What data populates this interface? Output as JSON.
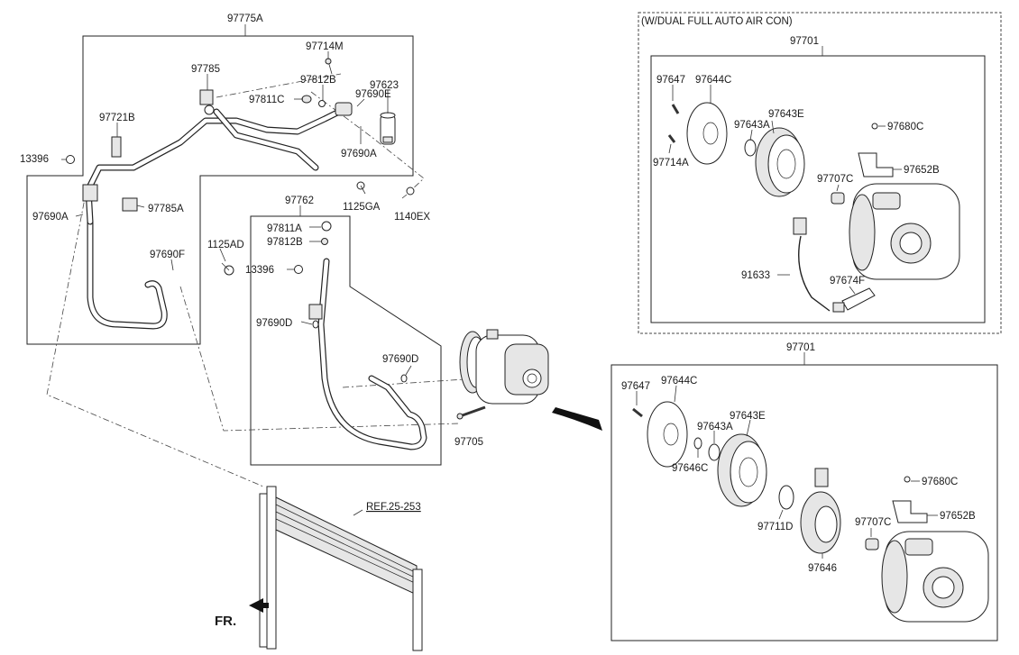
{
  "diagram": {
    "variant_label": "(W/DUAL FULL AUTO AIR CON)",
    "reference_label": "REF.25-253",
    "front_label": "FR.",
    "callouts": {
      "a_97775A": "97775A",
      "a_97714M": "97714M",
      "a_97785": "97785",
      "a_97812B": "97812B",
      "a_97623": "97623",
      "a_97811C": "97811C",
      "a_97690E": "97690E",
      "a_97721B": "97721B",
      "a_97690A_top": "97690A",
      "a_13396_top": "13396",
      "a_1125GA": "1125GA",
      "a_1140EX": "1140EX",
      "a_97785A": "97785A",
      "a_97690A_left": "97690A",
      "a_1125AD": "1125AD",
      "a_97690F": "97690F",
      "b_97762": "97762",
      "b_97811A": "97811A",
      "b_97812B": "97812B",
      "b_13396": "13396",
      "b_97690D_top": "97690D",
      "b_97690D_right": "97690D",
      "b_97705": "97705",
      "c_97701": "97701",
      "c_97647": "97647",
      "c_97644C": "97644C",
      "c_97643E": "97643E",
      "c_97643A": "97643A",
      "c_97680C": "97680C",
      "c_97714A": "97714A",
      "c_97652B": "97652B",
      "c_97707C": "97707C",
      "c_91633": "91633",
      "c_97674F": "97674F",
      "d_97701": "97701",
      "d_97647": "97647",
      "d_97644C": "97644C",
      "d_97643E": "97643E",
      "d_97643A": "97643A",
      "d_97646C": "97646C",
      "d_97680C": "97680C",
      "d_97652B": "97652B",
      "d_97711D": "97711D",
      "d_97707C": "97707C",
      "d_97646": "97646"
    },
    "icons": [
      "front-arrow-icon",
      "compressor-icon",
      "condenser-icon",
      "receiver-drier-icon",
      "clutch-pulley-icon",
      "pressure-sensor-icon",
      "bolt-icon"
    ]
  }
}
